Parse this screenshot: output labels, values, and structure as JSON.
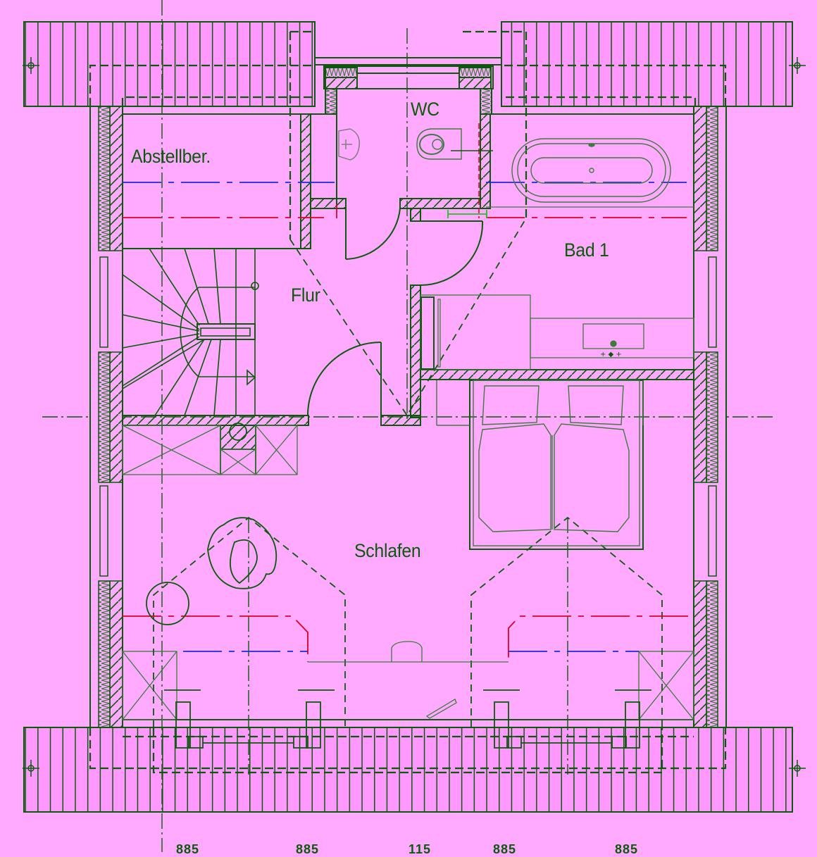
{
  "plan": {
    "type": "architectural-floor-plan",
    "level": "attic floor (Dachgeschoss)",
    "colors": {
      "background": "#FFAAFF",
      "roof_fill": "#FF99FF",
      "line": "#0B5A0B",
      "fixture_line": "#3E7A3E",
      "heating_supply": "#E0002A",
      "heating_return": "#1A2AE0",
      "dimension_marker": "#22C022"
    },
    "rooms": [
      {
        "id": "abstellber",
        "label": "Abstellber."
      },
      {
        "id": "wc",
        "label": "WC"
      },
      {
        "id": "bad1",
        "label": "Bad 1"
      },
      {
        "id": "flur",
        "label": "Flur"
      },
      {
        "id": "schlafen",
        "label": "Schlafen"
      }
    ],
    "bottom_dimensions": [
      "885",
      "885",
      "115",
      "885",
      "885"
    ]
  }
}
